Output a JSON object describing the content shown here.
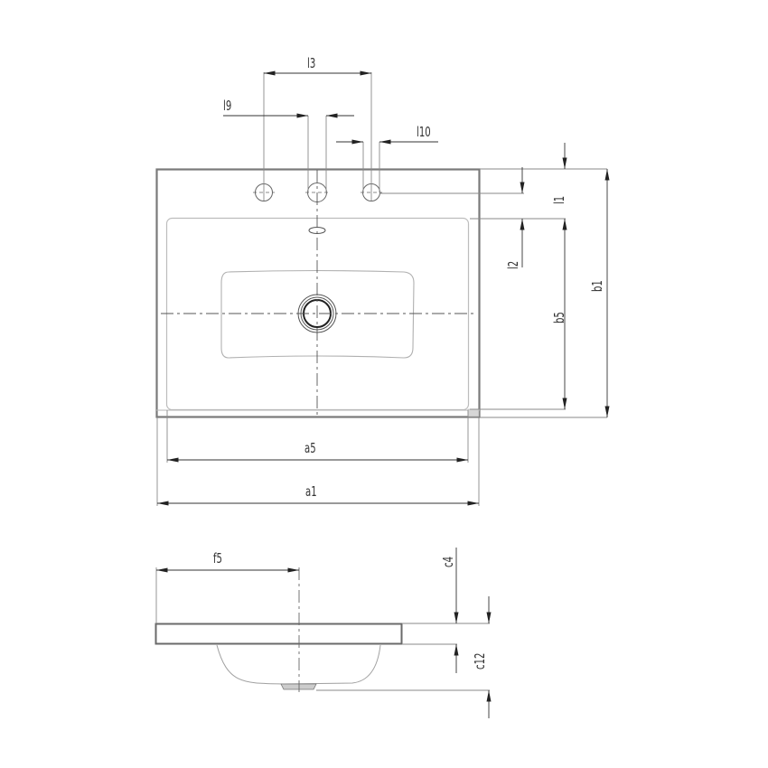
{
  "drawing": {
    "subject": "washbasin technical drawing",
    "colors": {
      "outline": "#7a7a7a",
      "thin": "#8a8a8a",
      "dim": "#333333",
      "text": "#333333"
    },
    "top_view_labels": {
      "l3": "l3",
      "l9": "l9",
      "l10": "l10",
      "l1": "l1",
      "l2": "l2",
      "b5": "b5",
      "b1": "b1",
      "a5": "a5",
      "a1": "a1"
    },
    "side_view_labels": {
      "f5": "f5",
      "c4": "c4",
      "c12": "c12"
    }
  }
}
